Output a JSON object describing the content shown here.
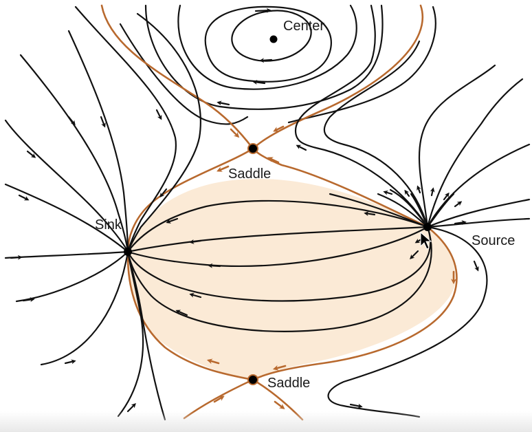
{
  "labels": {
    "center": "Center",
    "saddle_top": "Saddle",
    "saddle_bottom": "Saddle",
    "sink": "Sink",
    "source": "Source"
  },
  "colors": {
    "trajectory": "#111111",
    "separatrix": "#b8692e",
    "basin_fill": "#fbead6",
    "fixed_point": "#000000"
  }
}
